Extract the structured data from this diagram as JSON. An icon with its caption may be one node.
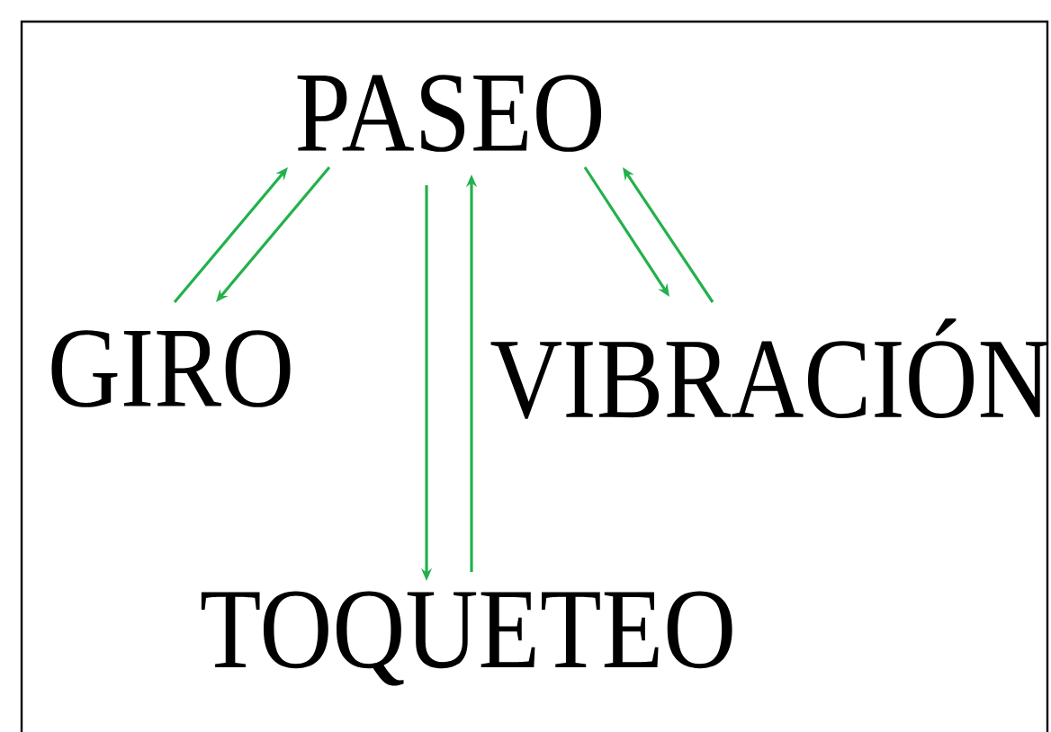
{
  "diagram": {
    "nodes": [
      {
        "text": [
          "PASEO"
        ]
      },
      {
        "text": [
          "GIRO"
        ]
      },
      {
        "text": [
          "VIBRACIÓN"
        ]
      },
      {
        "text": [
          "TOQUETEO"
        ]
      }
    ],
    "edges": [
      {
        "from": 1,
        "to": 0,
        "arrow": "to"
      },
      {
        "from": 0,
        "to": 1,
        "arrow": "to"
      },
      {
        "from": 0,
        "to": 3,
        "arrow": "to"
      },
      {
        "from": 3,
        "to": 0,
        "arrow": "to"
      },
      {
        "from": 0,
        "to": 2,
        "arrow": "to"
      },
      {
        "from": 2,
        "to": 0,
        "arrow": "to"
      }
    ]
  }
}
